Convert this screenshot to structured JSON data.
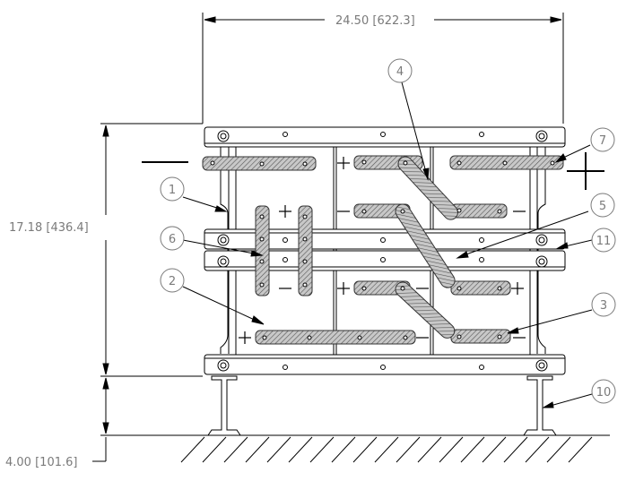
{
  "dimensions": {
    "width": {
      "value": "24.50",
      "metric": "622.3"
    },
    "height": {
      "value": "17.18",
      "metric": "436.4"
    },
    "base": {
      "value": "4.00",
      "metric": "101.6"
    }
  },
  "balloons": [
    {
      "label": "1"
    },
    {
      "label": "2"
    },
    {
      "label": "3"
    },
    {
      "label": "4"
    },
    {
      "label": "5"
    },
    {
      "label": "6"
    },
    {
      "label": "7"
    },
    {
      "label": "10"
    },
    {
      "label": "11"
    }
  ],
  "polarity": {
    "plus": "+",
    "minus": "—"
  },
  "colors": {
    "line": "#000000",
    "leader": "#7a7a7a",
    "busbar": "#808080"
  }
}
